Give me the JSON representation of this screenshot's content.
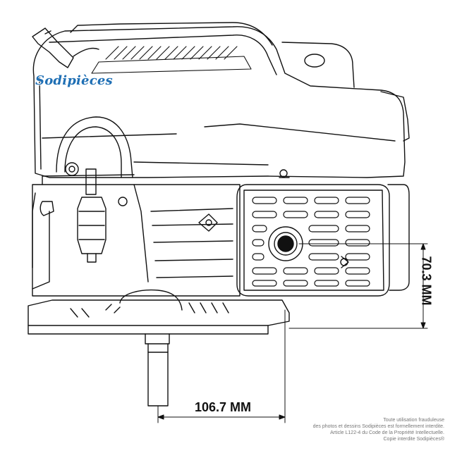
{
  "brand": {
    "logo_text": "Sodipièces"
  },
  "dimensions": {
    "shaft_offset": "106.7 MM",
    "shaft_height": "70.3 MM"
  },
  "notice": {
    "line1": "Toute utilisation frauduleuse",
    "line2": "des photos et dessins Sodipièces est formellement interdite.",
    "line3": "Article L122-4 du Code de la Propriété Intellectuelle.",
    "line4": "Copie interdite Sodipièces®"
  },
  "colors": {
    "line": "#111111",
    "logo": "#1f6fb4",
    "notice": "#777777"
  }
}
